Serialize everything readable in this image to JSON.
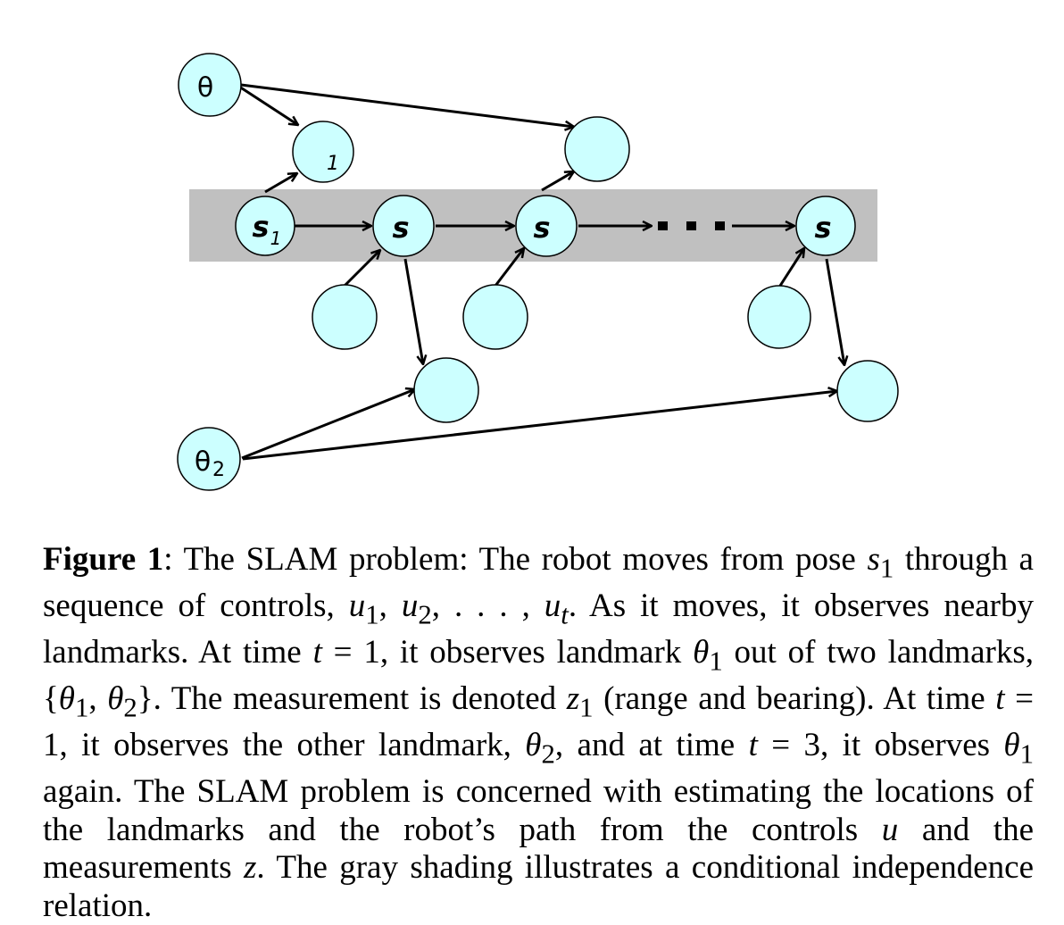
{
  "figure": {
    "nodes": {
      "theta1": "θ",
      "z1": "1",
      "s1_letter": "s",
      "s1_sub": "1",
      "s2": "s",
      "s3": "s",
      "st": "s",
      "theta2_letter": "θ",
      "theta2_sub": "2"
    },
    "ellipsis": "· · ·",
    "colors": {
      "node_fill": "#ccffff",
      "shading": "#c0c0c0",
      "edge": "#000000"
    }
  },
  "caption": {
    "label": "Figure 1",
    "t1": ":  The SLAM problem:  The robot moves from pose ",
    "s1": "s",
    "s1_sub": "1",
    "t2": " through a sequence of controls, ",
    "controls": "u",
    "controls_sub1": "1",
    "controls_comma1": ", ",
    "controls_u2": "u",
    "controls_sub2": "2",
    "controls_rest": ", . . . , ",
    "controls_ut": "u",
    "controls_subt": "t",
    "t3": ".  As it moves, it observes nearby landmarks.  At time ",
    "t_var": "t",
    "t4": " = 1, it observes landmark ",
    "theta": "θ",
    "theta_sub1": "1",
    "t5": " out of two landmarks, {",
    "set_theta1": "θ",
    "set_sub1": "1",
    "set_comma": ", ",
    "set_theta2": "θ",
    "set_sub2": "2",
    "t6": "}. The measurement is denoted ",
    "z": "z",
    "z_sub": "1",
    "t7": " (range and bearing). At time ",
    "t_var2": "t",
    "t8": " = 1, it observes the other landmark, ",
    "theta2": "θ",
    "theta2_sub": "2",
    "t9": ", and at time ",
    "t_var3": "t",
    "t10": " = 3, it observes ",
    "theta3": "θ",
    "theta3_sub": "1",
    "t11": " again. The SLAM problem is concerned with estimating the locations of the landmarks and the robot’s path from the controls ",
    "u_var": "u",
    "t12": " and the measurements ",
    "z_var": "z",
    "t13": ". The gray shading illustrates a conditional independence relation."
  }
}
